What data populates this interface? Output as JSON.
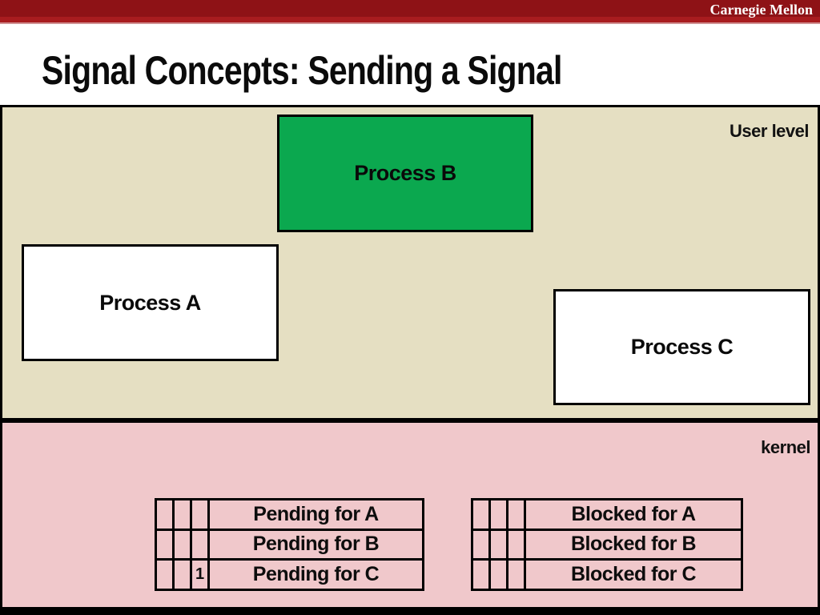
{
  "slide": {
    "brand": "Carnegie Mellon",
    "title": "Signal Concepts: Sending a Signal"
  },
  "user_level": {
    "label": "User level",
    "process_a": "Process A",
    "process_b": "Process B",
    "process_c": "Process C"
  },
  "kernel": {
    "label": "kernel",
    "pending": {
      "rows": [
        {
          "bits": [
            "",
            "",
            ""
          ],
          "label": "Pending for A"
        },
        {
          "bits": [
            "",
            "",
            ""
          ],
          "label": "Pending for B"
        },
        {
          "bits": [
            "",
            "",
            "1"
          ],
          "label": "Pending for C"
        }
      ]
    },
    "blocked": {
      "rows": [
        {
          "bits": [
            "",
            "",
            ""
          ],
          "label": "Blocked for A"
        },
        {
          "bits": [
            "",
            "",
            ""
          ],
          "label": "Blocked for B"
        },
        {
          "bits": [
            "",
            "",
            ""
          ],
          "label": "Blocked for C"
        }
      ]
    }
  },
  "colors": {
    "bar-red": "#8e1216",
    "bar-red-light": "#a81c1f",
    "user-bg": "#e5dfc2",
    "kernel-bg": "#f0c8cb",
    "process-green": "#0ba84f",
    "process-white": "#ffffff"
  }
}
